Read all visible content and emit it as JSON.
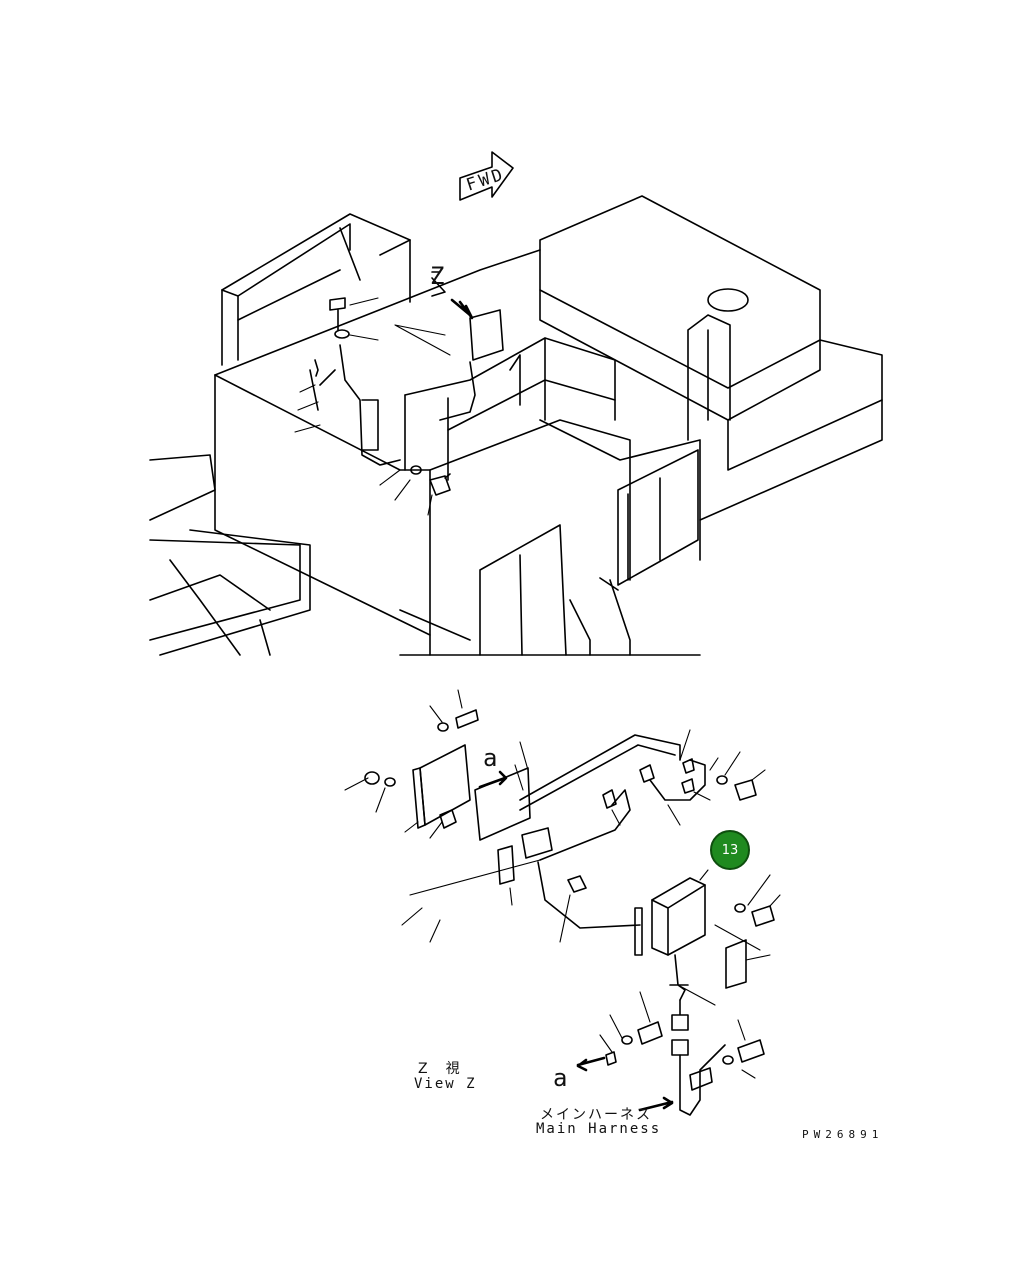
{
  "diagram": {
    "fwd_label": "FWD",
    "view_letter": "Z",
    "detail_letter_top": "a",
    "detail_letter_bottom": "a",
    "view_caption_jp": "Z　視",
    "view_caption_en": "View Z",
    "harness_label_jp": "メインハーネス",
    "harness_label_en": "Main Harness",
    "part_number_badge": "13",
    "badge_color": "#1f8a1f",
    "drawing_code": "PW26891"
  }
}
